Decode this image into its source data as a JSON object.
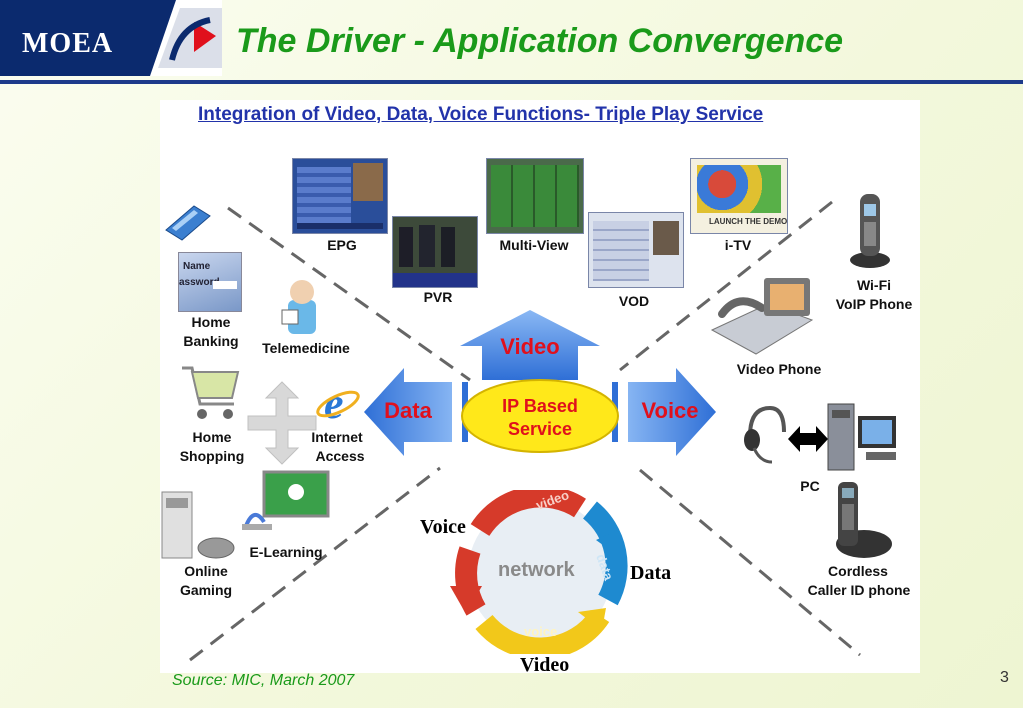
{
  "header": {
    "logo_text": "MOEA",
    "title": "The Driver - Application Convergence"
  },
  "panel": {
    "subtitle": "Integration of Video, Data, Voice Functions- Triple Play Service"
  },
  "services": {
    "epg": "EPG",
    "pvr": "PVR",
    "multi_view": "Multi-View",
    "vod": "VOD",
    "itv": "i-TV",
    "itv_banner": "LAUNCH THE DEMO",
    "wifi_line1": "Wi-Fi",
    "wifi_line2": "VoIP Phone",
    "video_phone": "Video Phone",
    "pc": "PC",
    "cordless_line1": "Cordless",
    "cordless_line2": "Caller ID phone",
    "home_banking_line1": "Home",
    "home_banking_line2": "Banking",
    "home_banking_card_line1": "Name",
    "home_banking_card_line2": "assword",
    "telemedicine": "Telemedicine",
    "home_shopping_line1": "Home",
    "home_shopping_line2": "Shopping",
    "internet_line1": "Internet",
    "internet_line2": "Access",
    "elearning": "E-Learning",
    "online_gaming_line1": "Online",
    "online_gaming_line2": "Gaming"
  },
  "hub": {
    "video": "Video",
    "data": "Data",
    "voice": "Voice",
    "center_line1": "IP Based",
    "center_line2": "Service"
  },
  "cycle": {
    "center": "network",
    "ring_video": "video",
    "ring_data": "data",
    "ring_voice": "voice",
    "label_voice": "Voice",
    "label_data": "Data",
    "label_video": "Video"
  },
  "footer": {
    "source": "Source: MIC, March 2007",
    "page_number": "3"
  },
  "colors": {
    "title_green": "#1a9a1a",
    "header_navy": "#0b2a6e",
    "arrow_blue": "#2f6fd6",
    "arrow_red_text": "#e0101c",
    "center_yellow": "#ffe81a"
  }
}
